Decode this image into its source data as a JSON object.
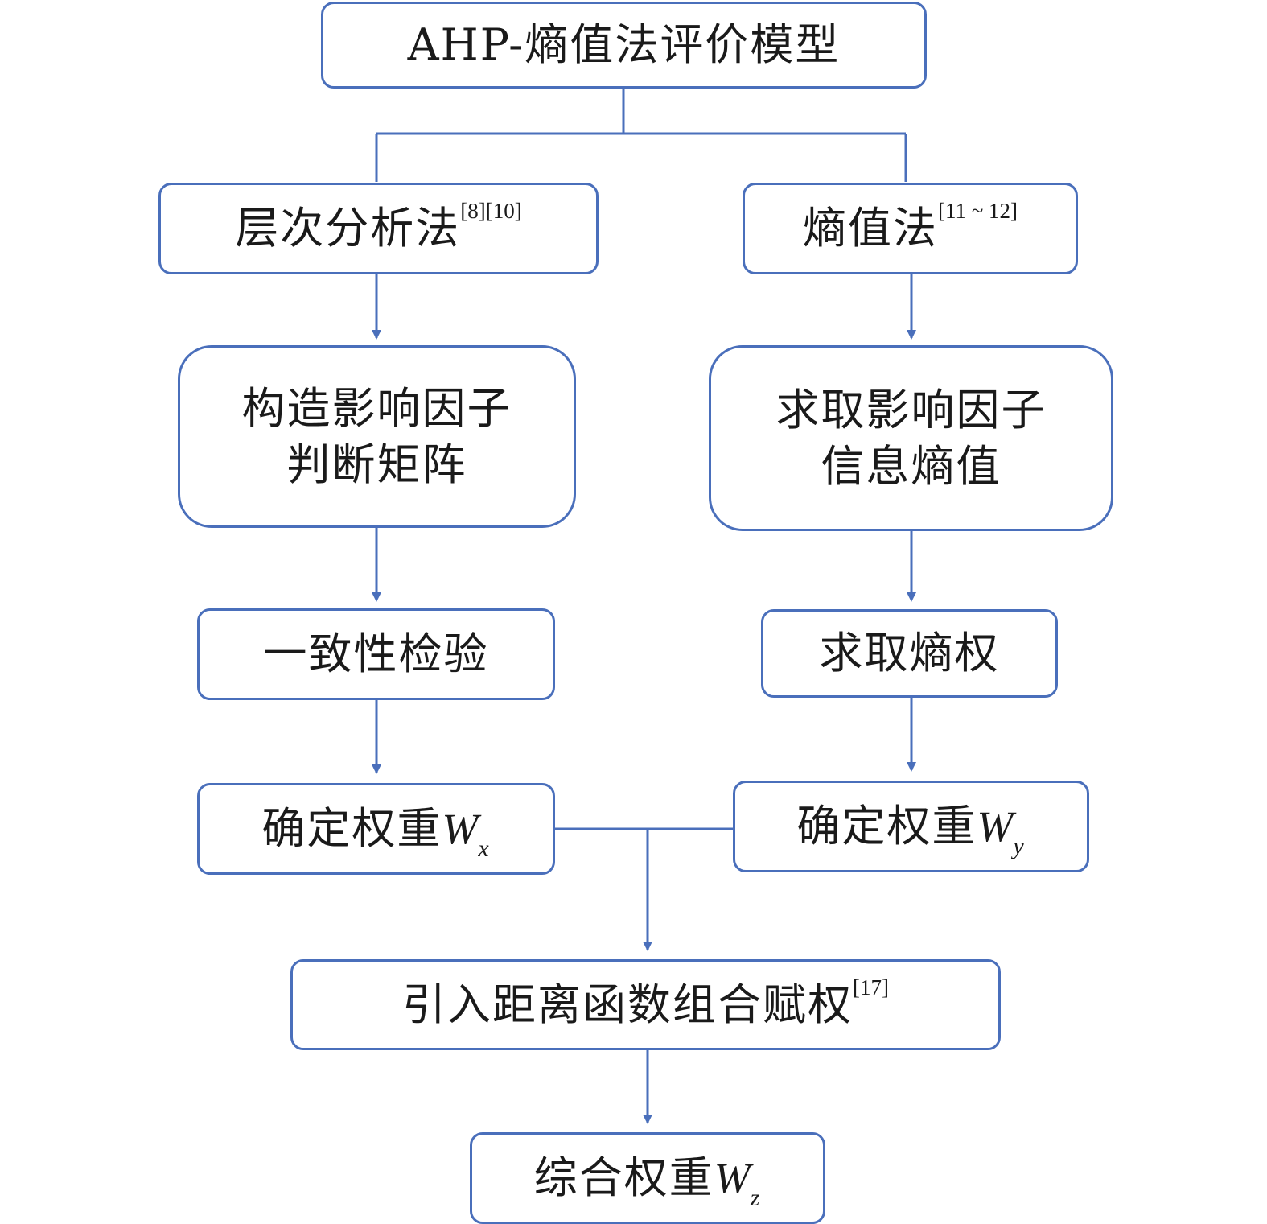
{
  "title": "AHP-熵值法评价模型",
  "left": {
    "method": "层次分析法",
    "method_ref": "[8][10]",
    "step1_line1": "构造影响因子",
    "step1_line2": "判断矩阵",
    "step2": "一致性检验",
    "weight_label": "确定权重",
    "weight_symbol": "W",
    "weight_sub": "x"
  },
  "right": {
    "method": "熵值法",
    "method_ref": "[11 ~ 12]",
    "step1_line1": "求取影响因子",
    "step1_line2": "信息熵值",
    "step2": "求取熵权",
    "weight_label": "确定权重",
    "weight_symbol": "W",
    "weight_sub": "y"
  },
  "combine": {
    "label": "引入距离函数组合赋权",
    "ref": "[17]"
  },
  "final": {
    "label": "综合权重",
    "symbol": "W",
    "sub": "z"
  },
  "colors": {
    "border": "#4a6fbb",
    "connector": "#4a6fbb"
  }
}
